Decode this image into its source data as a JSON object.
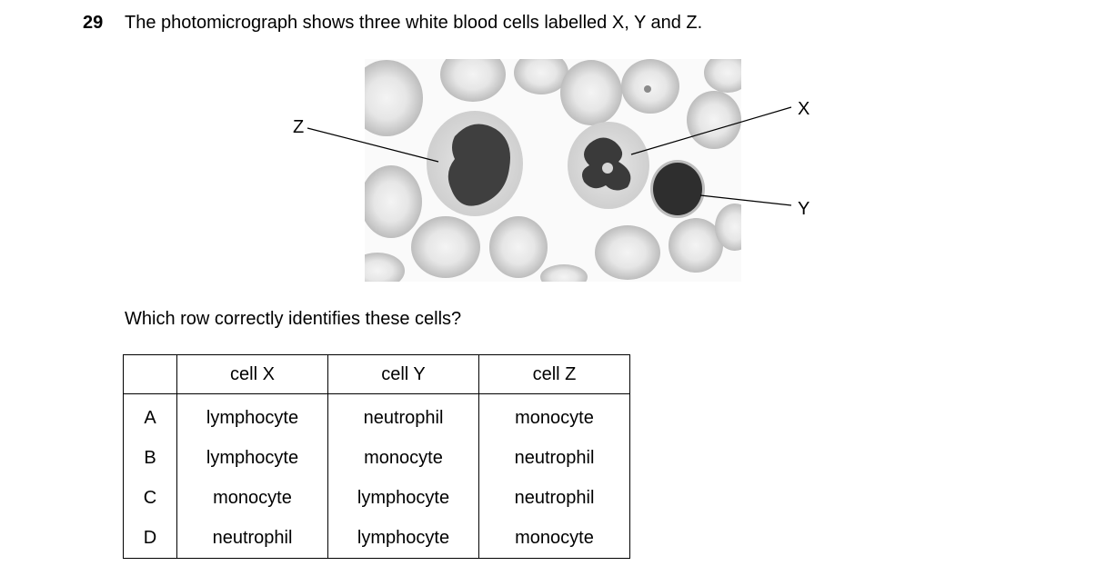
{
  "question": {
    "number": "29",
    "text": "The photomicrograph shows three white blood cells labelled X, Y and Z.",
    "prompt": "Which row correctly identifies these cells?"
  },
  "figure": {
    "labels": {
      "x": "X",
      "y": "Y",
      "z": "Z"
    }
  },
  "table": {
    "headers": [
      "",
      "cell X",
      "cell Y",
      "cell Z"
    ],
    "rows": [
      {
        "letter": "A",
        "cells": [
          "lymphocyte",
          "neutrophil",
          "monocyte"
        ]
      },
      {
        "letter": "B",
        "cells": [
          "lymphocyte",
          "monocyte",
          "neutrophil"
        ]
      },
      {
        "letter": "C",
        "cells": [
          "monocyte",
          "lymphocyte",
          "neutrophil"
        ]
      },
      {
        "letter": "D",
        "cells": [
          "neutrophil",
          "lymphocyte",
          "monocyte"
        ]
      }
    ]
  }
}
